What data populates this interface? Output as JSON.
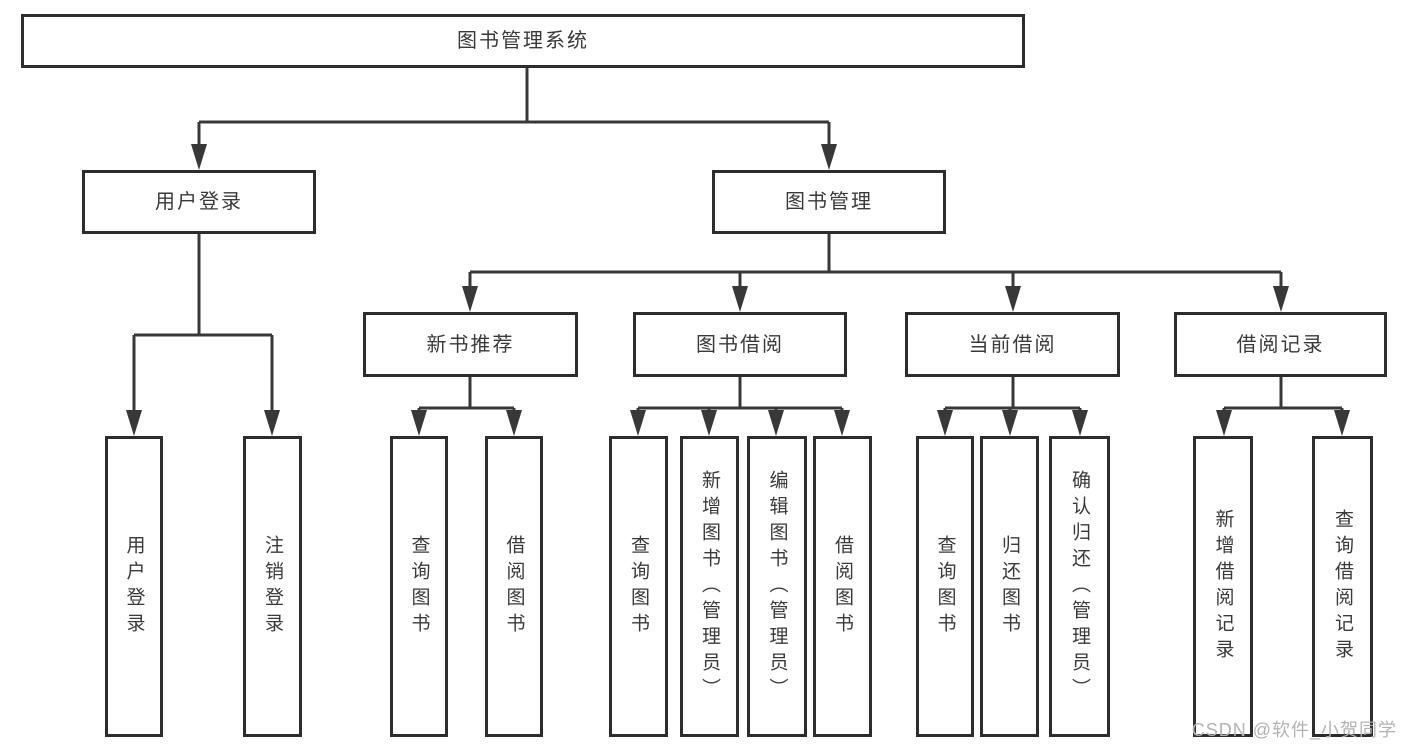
{
  "diagram": {
    "title_note": "functional structure tree of a library management system",
    "root": {
      "label": "图书管理系统"
    },
    "level2": {
      "user_login": {
        "label": "用户登录"
      },
      "book_management": {
        "label": "图书管理"
      }
    },
    "level3": {
      "new_book_recommend": {
        "label": "新书推荐"
      },
      "book_borrow": {
        "label": "图书借阅"
      },
      "current_borrow": {
        "label": "当前借阅"
      },
      "borrow_record": {
        "label": "借阅记录"
      }
    },
    "leaves": {
      "login_user_login": "用户登录",
      "login_logout": "注销登录",
      "recommend_query_book": "查询图书",
      "recommend_borrow_book": "借阅图书",
      "borrow_query_book": "查询图书",
      "borrow_add_book_admin": "新增图书（管理员）",
      "borrow_edit_book_admin": "编辑图书（管理员）",
      "borrow_borrow_book": "借阅图书",
      "current_query_book": "查询图书",
      "current_return_book": "归还图书",
      "current_confirm_return_admin": "确认归还（管理员）",
      "record_add_record": "新增借阅记录",
      "record_query_record": "查询借阅记录"
    },
    "colors": {
      "line": "#383838",
      "box_border": "#2d2d2d",
      "box_fill": "#ffffff",
      "text": "#3a3a3a",
      "watermark": "#b3b3b6"
    }
  },
  "watermark": {
    "text": "CSDN @软件_小贺同学"
  }
}
